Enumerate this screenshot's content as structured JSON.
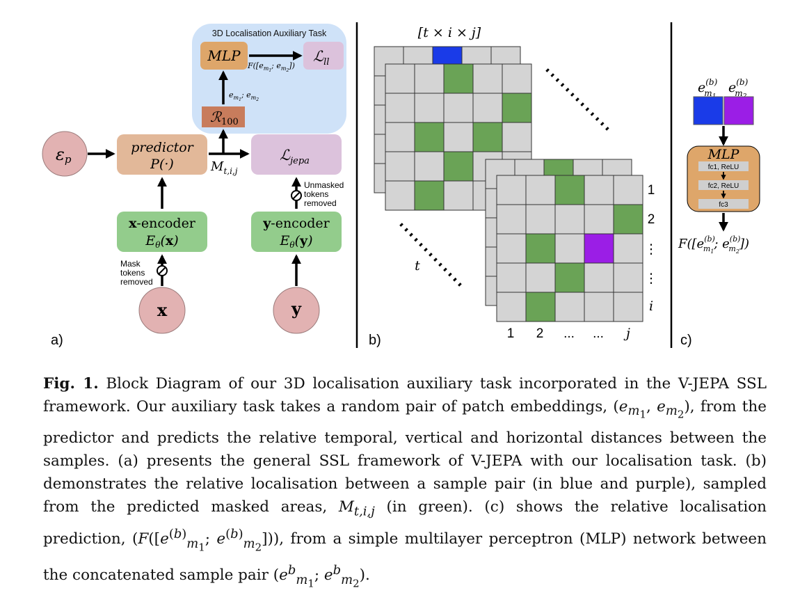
{
  "panel_a": {
    "panel_label": "a)",
    "aux_task_title": "3D Localisation Auxiliary Task",
    "mlp_label": "MLP",
    "loss_ll_label": "ℒ",
    "loss_ll_sub": "ll",
    "mlp_output_label": "F([e",
    "mlp_output_full": "F([em1; em2])",
    "emb_pair_label": "em1; em2",
    "r100_label": "ℛ",
    "r100_sub": "100",
    "eps_label": "ε",
    "eps_sub": "p",
    "predictor_line1": "predictor",
    "predictor_line2": "P(·)",
    "m_label": "M",
    "m_sub": "t,i,j",
    "loss_jepa_label": "ℒ",
    "loss_jepa_sub": "jepa",
    "unmasked_note": [
      "Unmasked",
      "tokens",
      "removed"
    ],
    "x_encoder_line1_bold": "x",
    "x_encoder_line1_rest": "-encoder",
    "x_encoder_line2": "Eθ(x)",
    "y_encoder_line1_bold": "y",
    "y_encoder_line1_rest": "-encoder",
    "y_encoder_line2": "Eθ(y)",
    "mask_note": [
      "Mask",
      "tokens",
      "removed"
    ],
    "x_input": "x",
    "y_input": "y"
  },
  "panel_b": {
    "panel_label": "b)",
    "dims_label": "[t × i × j]",
    "t_label": "t",
    "row_labels": [
      "1",
      "2",
      "⋮",
      "⋮",
      "i"
    ],
    "col_labels": [
      "1",
      "2",
      "...",
      "...",
      "j"
    ]
  },
  "panel_c": {
    "panel_label": "c)",
    "em1_label": "e",
    "em1_sup": "(b)",
    "em1_sub": "m1",
    "em2_label": "e",
    "em2_sup": "(b)",
    "em2_sub": "m2",
    "mlp_label": "MLP",
    "layers": [
      "fc1, ReLU",
      "fc2, ReLU",
      "fc3"
    ],
    "output_label": "F([e",
    "output_full": "F([e(b)m1; e(b)m2])"
  },
  "colors": {
    "blue_patch": "#1a3be8",
    "purple_patch": "#9b1ee6",
    "green_patch": "#6aa356",
    "grid_grey": "#d4d4d4",
    "encoder_green": "#93cc8c",
    "predictor_tan": "#e2b899",
    "loss_pink": "#dcc2dc",
    "eps_pink": "#e2b2b2",
    "aux_blue": "#cfe2f8",
    "mlp_orange": "#dea66a",
    "r100_brown": "#c87c5c"
  },
  "caption": {
    "label": "Fig. 1.",
    "text": "Block Diagram of our 3D localisation auxiliary task incorporated in the V-JEPA SSL framework. Our auxiliary task takes a random pair of patch embeddings, (e_{m1}, e_{m2}), from the predictor and predicts the relative temporal, vertical and horizontal distances between the samples. (a) presents the general SSL framework of V-JEPA with our localisation task. (b) demonstrates the relative localisation between a sample pair (in blue and purple), sampled from the predicted masked areas, M_{t,i,j} (in green). (c) shows the relative localisation prediction, (F([e^{(b)}_{m1}; e^{(b)}_{m2}])), from a simple multilayer perceptron (MLP) network between the concatenated sample pair (e^b_{m1}; e^b_{m2}).",
    "seg1": "Block Diagram of our 3D localisation auxiliary task incorporated in the V-JEPA SSL framework. Our auxiliary task takes a random pair of patch embeddings, (",
    "seg2": "), from the predictor and predicts the relative temporal, vertical and horizontal distances between the samples. (a) presents the general SSL framework of V-JEPA with our localisation task. (b) demonstrates the relative localisation between a sample pair (in blue and purple), sampled from the predicted masked areas, ",
    "seg3": " (in green). (c) shows the relative localisation prediction, (",
    "seg4": "), from a simple multilayer perceptron (MLP) network between the concatenated sample pair ("
  }
}
